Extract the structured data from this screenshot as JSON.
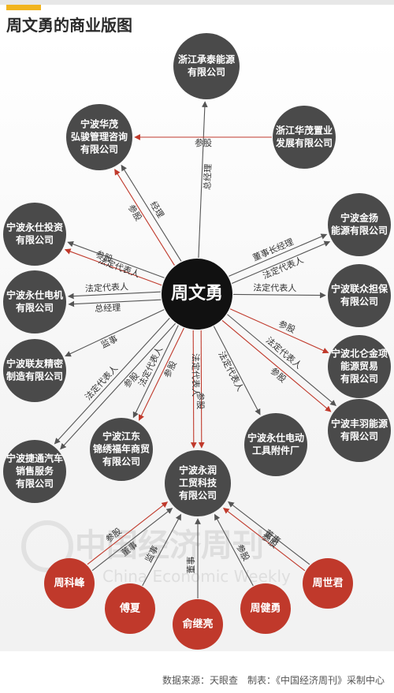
{
  "title": "周文勇的商业版图",
  "center": {
    "label": "周文勇"
  },
  "companies": {
    "zhejiang_chengtai": [
      "浙江承泰能源",
      "有限公司"
    ],
    "ningbo_huamao": [
      "宁波华茂",
      "弘骏管理咨询",
      "有限公司"
    ],
    "zhejiang_huamao": [
      "浙江华茂置业",
      "发展有限公司"
    ],
    "yongshi_invest": [
      "宁波永仕投资",
      "有限公司"
    ],
    "jinyang": [
      "宁波金扬",
      "能源有限公司"
    ],
    "yongshi_motor": [
      "宁波永仕电机",
      "有限公司"
    ],
    "lianzhong": [
      "宁波联众担保",
      "有限公司"
    ],
    "lianyou": [
      "宁波联友精密",
      "制造有限公司"
    ],
    "beilun": [
      "宁波北仑金项",
      "能源贸易",
      "有限公司"
    ],
    "jietong": [
      "宁波捷通汽车",
      "销售服务",
      "有限公司"
    ],
    "jiangdong": [
      "宁波江东",
      "锦绣福年商贸",
      "有限公司"
    ],
    "yongrun": [
      "宁波永润",
      "工贸科技",
      "有限公司"
    ],
    "yongshi_tools": [
      "宁波永仕电动",
      "工具附件厂"
    ],
    "fengyu": [
      "宁波丰羽能源",
      "有限公司"
    ]
  },
  "people": {
    "zhou_kefeng": "周科峰",
    "fu_xia": "傅夏",
    "yu_jiliang": "俞继亮",
    "zhou_jianyong": "周健勇",
    "zhou_shijun": "周世君"
  },
  "relations": {
    "canggu": "参股",
    "general_manager": "总经理",
    "manager": "经理",
    "legal_rep": "法定代表人",
    "chairman": "董事长经理",
    "supervisor": "监事",
    "director": "董事"
  },
  "watermark": {
    "cn": "中国经济周刊",
    "en": "China Economic Weekly"
  },
  "footer": "数据来源：天眼查　制表：《中国经济周刊》采制中心",
  "colors": {
    "node_gray": "#4a4a4a",
    "node_center": "#111111",
    "node_red": "#c0392b",
    "red_arrow": "#c0392b",
    "gray_arrow": "#555555",
    "accent": "#f1b41f"
  }
}
